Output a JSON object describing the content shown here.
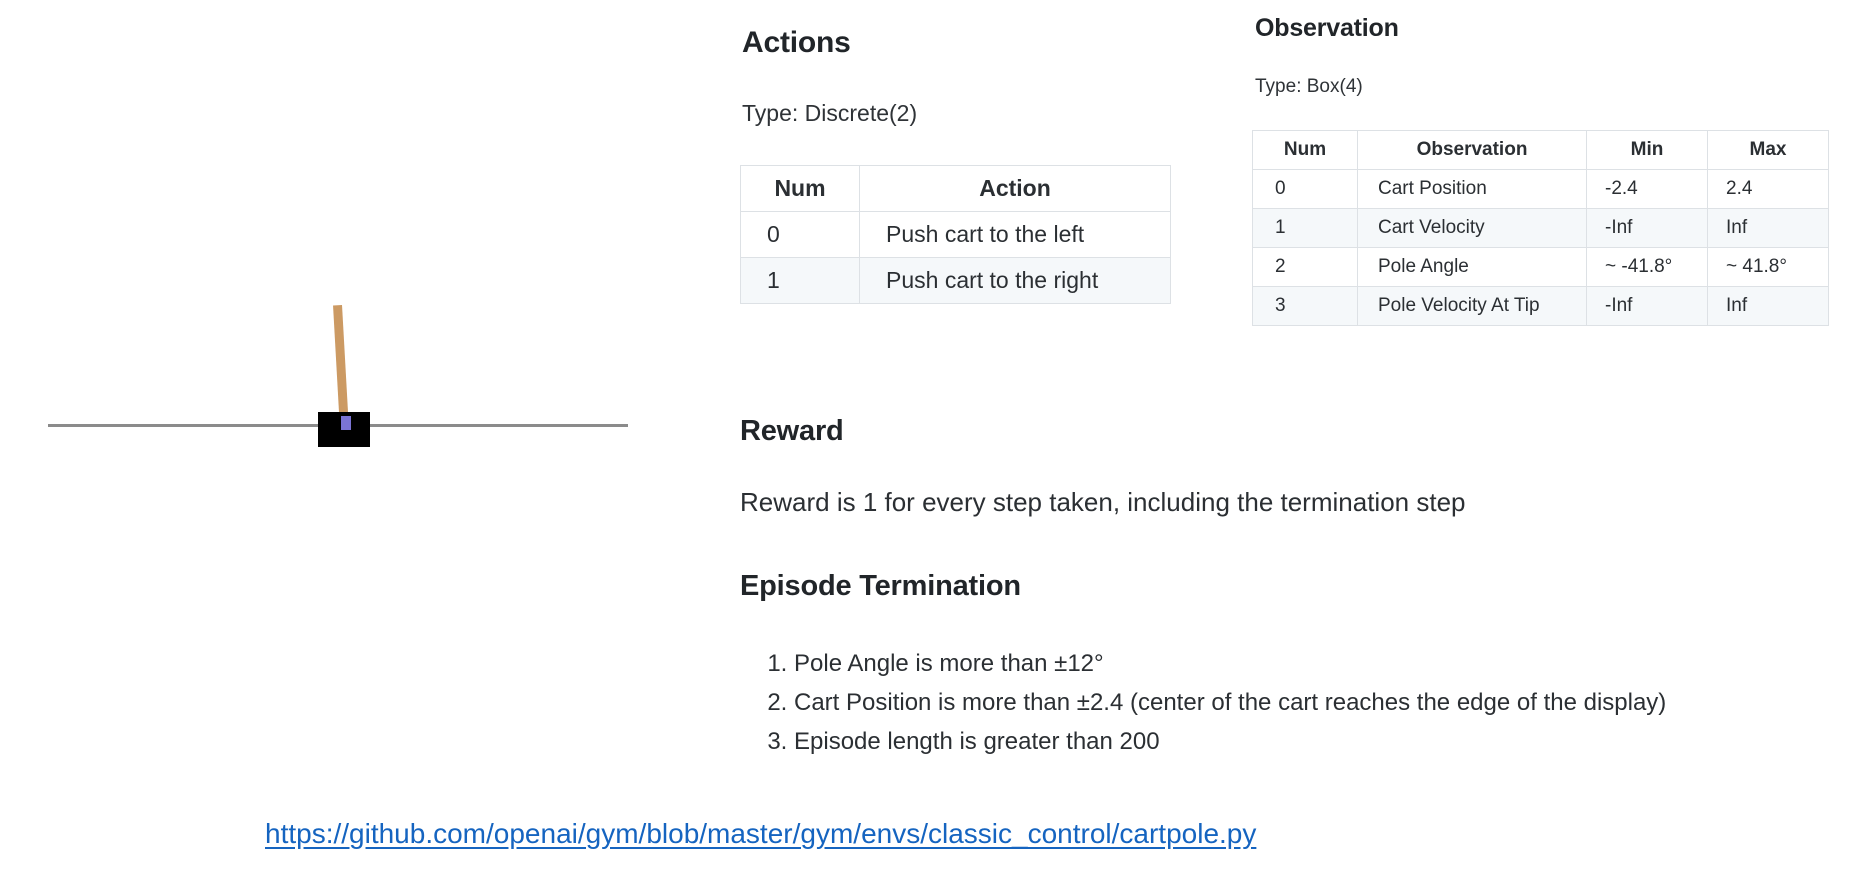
{
  "figure": {
    "name": "cartpole-environment-rendering",
    "description": "CartPole environment: black cart on a horizontal track with a tan pole balanced on a purple axle",
    "colors": {
      "cart": "#000000",
      "pole": "#cc9a63",
      "axle": "#7b74d4",
      "track": "#8b8b8b"
    },
    "pole_tilt_degrees": -3.2
  },
  "actions": {
    "heading": "Actions",
    "type_label": "Type: Discrete(2)",
    "table": {
      "headers": [
        "Num",
        "Action"
      ],
      "rows": [
        [
          "0",
          "Push cart to the left"
        ],
        [
          "1",
          "Push cart to the right"
        ]
      ]
    }
  },
  "observation": {
    "heading": "Observation",
    "type_label": "Type: Box(4)",
    "table": {
      "headers": [
        "Num",
        "Observation",
        "Min",
        "Max"
      ],
      "rows": [
        [
          "0",
          "Cart Position",
          "-2.4",
          "2.4"
        ],
        [
          "1",
          "Cart Velocity",
          "-Inf",
          "Inf"
        ],
        [
          "2",
          "Pole Angle",
          "~ -41.8°",
          "~ 41.8°"
        ],
        [
          "3",
          "Pole Velocity At Tip",
          "-Inf",
          "Inf"
        ]
      ]
    }
  },
  "reward": {
    "heading": "Reward",
    "text": "Reward is 1 for every step taken, including the termination step"
  },
  "termination": {
    "heading": "Episode Termination",
    "items": [
      "Pole Angle is more than ±12°",
      "Cart Position is more than ±2.4 (center of the cart reaches the edge of the display)",
      "Episode length is greater than 200"
    ]
  },
  "footer": {
    "link_text": "https://github.com/openai/gym/blob/master/gym/envs/classic_control/cartpole.py",
    "link_color": "#1564c0"
  }
}
